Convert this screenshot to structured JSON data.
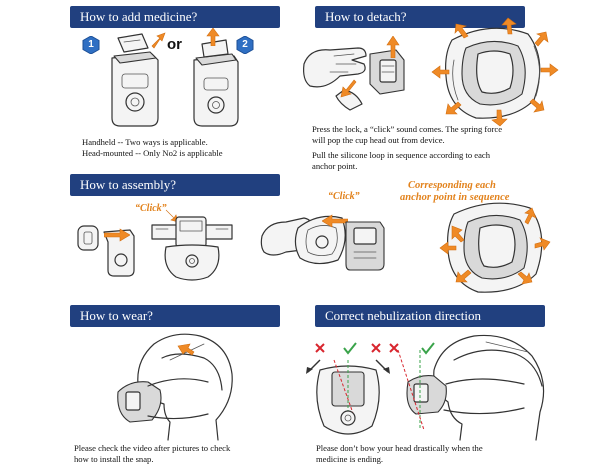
{
  "sections": {
    "add_medicine": {
      "title": "How to add medicine?",
      "or_label": "or",
      "step1": "1",
      "step2": "2",
      "caption_line1": "Handheld -- Two ways is applicable.",
      "caption_line2": "Head-mounted -- Only No2 is applicable"
    },
    "detach": {
      "title": "How to detach?",
      "caption_line1": "Press the lock, a “click” sound comes. The spring force",
      "caption_line2": "will pop the cup head out from device.",
      "caption_line3": "Pull the silicone loop in sequence according to each",
      "caption_line4": "anchor point."
    },
    "assembly": {
      "title": "How to assembly?",
      "click_label_1": "“Click”",
      "click_label_2": "“Click”",
      "anchor_line1": "Corresponding each",
      "anchor_line2": "anchor point in sequence"
    },
    "wear": {
      "title": "How to wear?",
      "caption_line1": "Please check the video after pictures to check",
      "caption_line2": "how to install the snap."
    },
    "direction": {
      "title": "Correct nebulization direction",
      "caption_line1": "Please don’t bow your head  drastically when the",
      "caption_line2": "medicine is ending."
    }
  },
  "colors": {
    "banner": "#21407f",
    "accent": "#e2821c",
    "badge": "#2f6fc3",
    "ok": "#3aa34a",
    "bad": "#d8262e"
  },
  "icons": [
    "arrow-icon",
    "check-icon",
    "cross-icon",
    "step-badge-icon"
  ]
}
